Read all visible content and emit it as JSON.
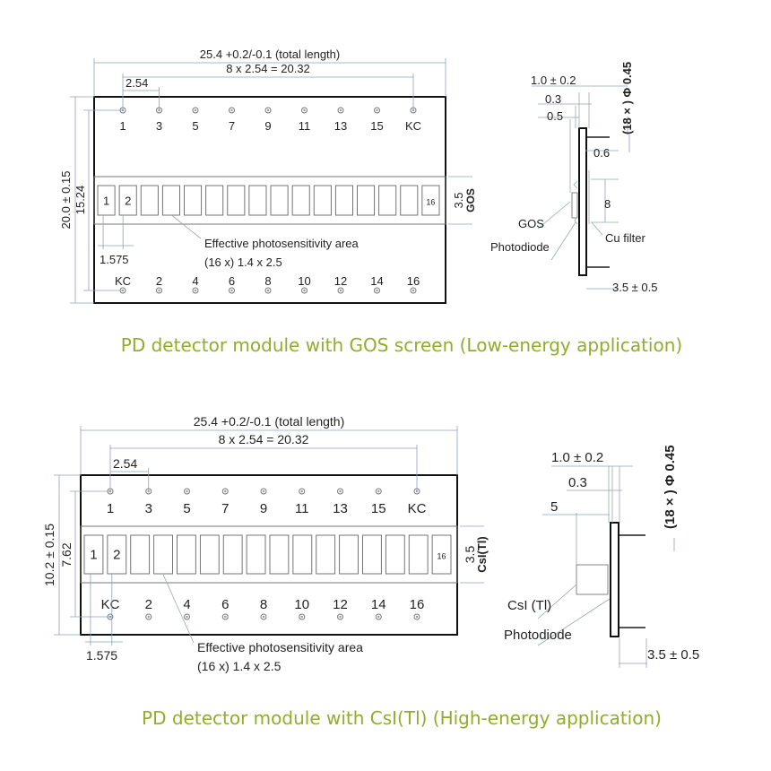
{
  "module_gos": {
    "total_length": "25.4 +0.2/-0.1 (total length)",
    "pitch_total": "8 x 2.54 = 20.32",
    "pitch": "2.54",
    "height": "20.0 ± 0.15",
    "pin_row_spacing": "15.24",
    "strip_height": "3.5",
    "scintillator": "GOS",
    "cell_gap": "1.575",
    "area_line1": "Effective photosensitivity area",
    "area_line2": "(16 x) 1.4 x 2.5",
    "top_pins": [
      "1",
      "3",
      "5",
      "7",
      "9",
      "11",
      "13",
      "15",
      "KC"
    ],
    "bottom_pins": [
      "KC",
      "2",
      "4",
      "6",
      "8",
      "10",
      "12",
      "14",
      "16"
    ],
    "cell_labels": [
      "1",
      "2",
      "16"
    ],
    "caption": "PD detector module with GOS screen (Low-energy application)",
    "side": {
      "d1": "1.0 ± 0.2",
      "d2": "0.3",
      "d3": "0.5",
      "pins": "(18 × ) Φ 0.45",
      "d4": "0.6",
      "d5": "8",
      "lbl_scint": "GOS",
      "lbl_pd": "Photodiode",
      "lbl_filter": "Cu filter",
      "pin_len": "3.5 ± 0.5"
    }
  },
  "module_csi": {
    "total_length": "25.4 +0.2/-0.1 (total length)",
    "pitch_total": "8 x 2.54 = 20.32",
    "pitch": "2.54",
    "height": "10.2 ± 0.15",
    "pin_row_spacing": "7.62",
    "strip_height": "3.5",
    "scintillator": "CsI(Tl)",
    "cell_gap": "1.575",
    "area_line1": "Effective photosensitivity area",
    "area_line2": "(16 x) 1.4 x 2.5",
    "top_pins": [
      "1",
      "3",
      "5",
      "7",
      "9",
      "11",
      "13",
      "15",
      "KC"
    ],
    "bottom_pins": [
      "KC",
      "2",
      "4",
      "6",
      "8",
      "10",
      "12",
      "14",
      "16"
    ],
    "cell_labels": [
      "1",
      "2",
      "16"
    ],
    "caption": "PD detector module with CsI(Tl) (High-energy application)",
    "side": {
      "d1": "1.0 ± 0.2",
      "d2": "0.3",
      "d3": "5",
      "pins": "(18 × ) Φ 0.45",
      "lbl_scint": "CsI (Tl)",
      "lbl_pd": "Photodiode",
      "pin_len": "3.5 ± 0.5"
    }
  },
  "colors": {
    "caption": "#8fae2a",
    "outline": "#111111"
  }
}
